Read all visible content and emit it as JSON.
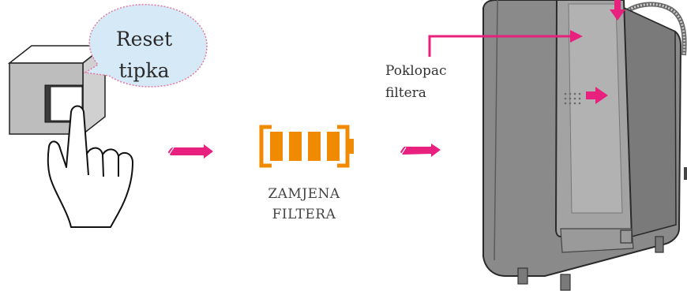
{
  "bubble": {
    "line1": "Reset",
    "line2": "tipka"
  },
  "battery": {
    "bars": 4,
    "color": "#f08a00",
    "label_line1": "ZAMJENA",
    "label_line2": "FILTERA"
  },
  "cover": {
    "line1": "Poklopac",
    "line2": "filtera"
  },
  "colors": {
    "arrow": "#e8207e",
    "bubble_fill": "#d6e9f7",
    "bubble_border": "#e07aa0",
    "device_body": "#8a8a8a",
    "device_panel": "#a3a3a3"
  },
  "icons": [
    "reset-button-box",
    "pointing-hand-icon",
    "speech-bubble",
    "battery-icon",
    "pink-arrow-icon",
    "filter-device"
  ]
}
